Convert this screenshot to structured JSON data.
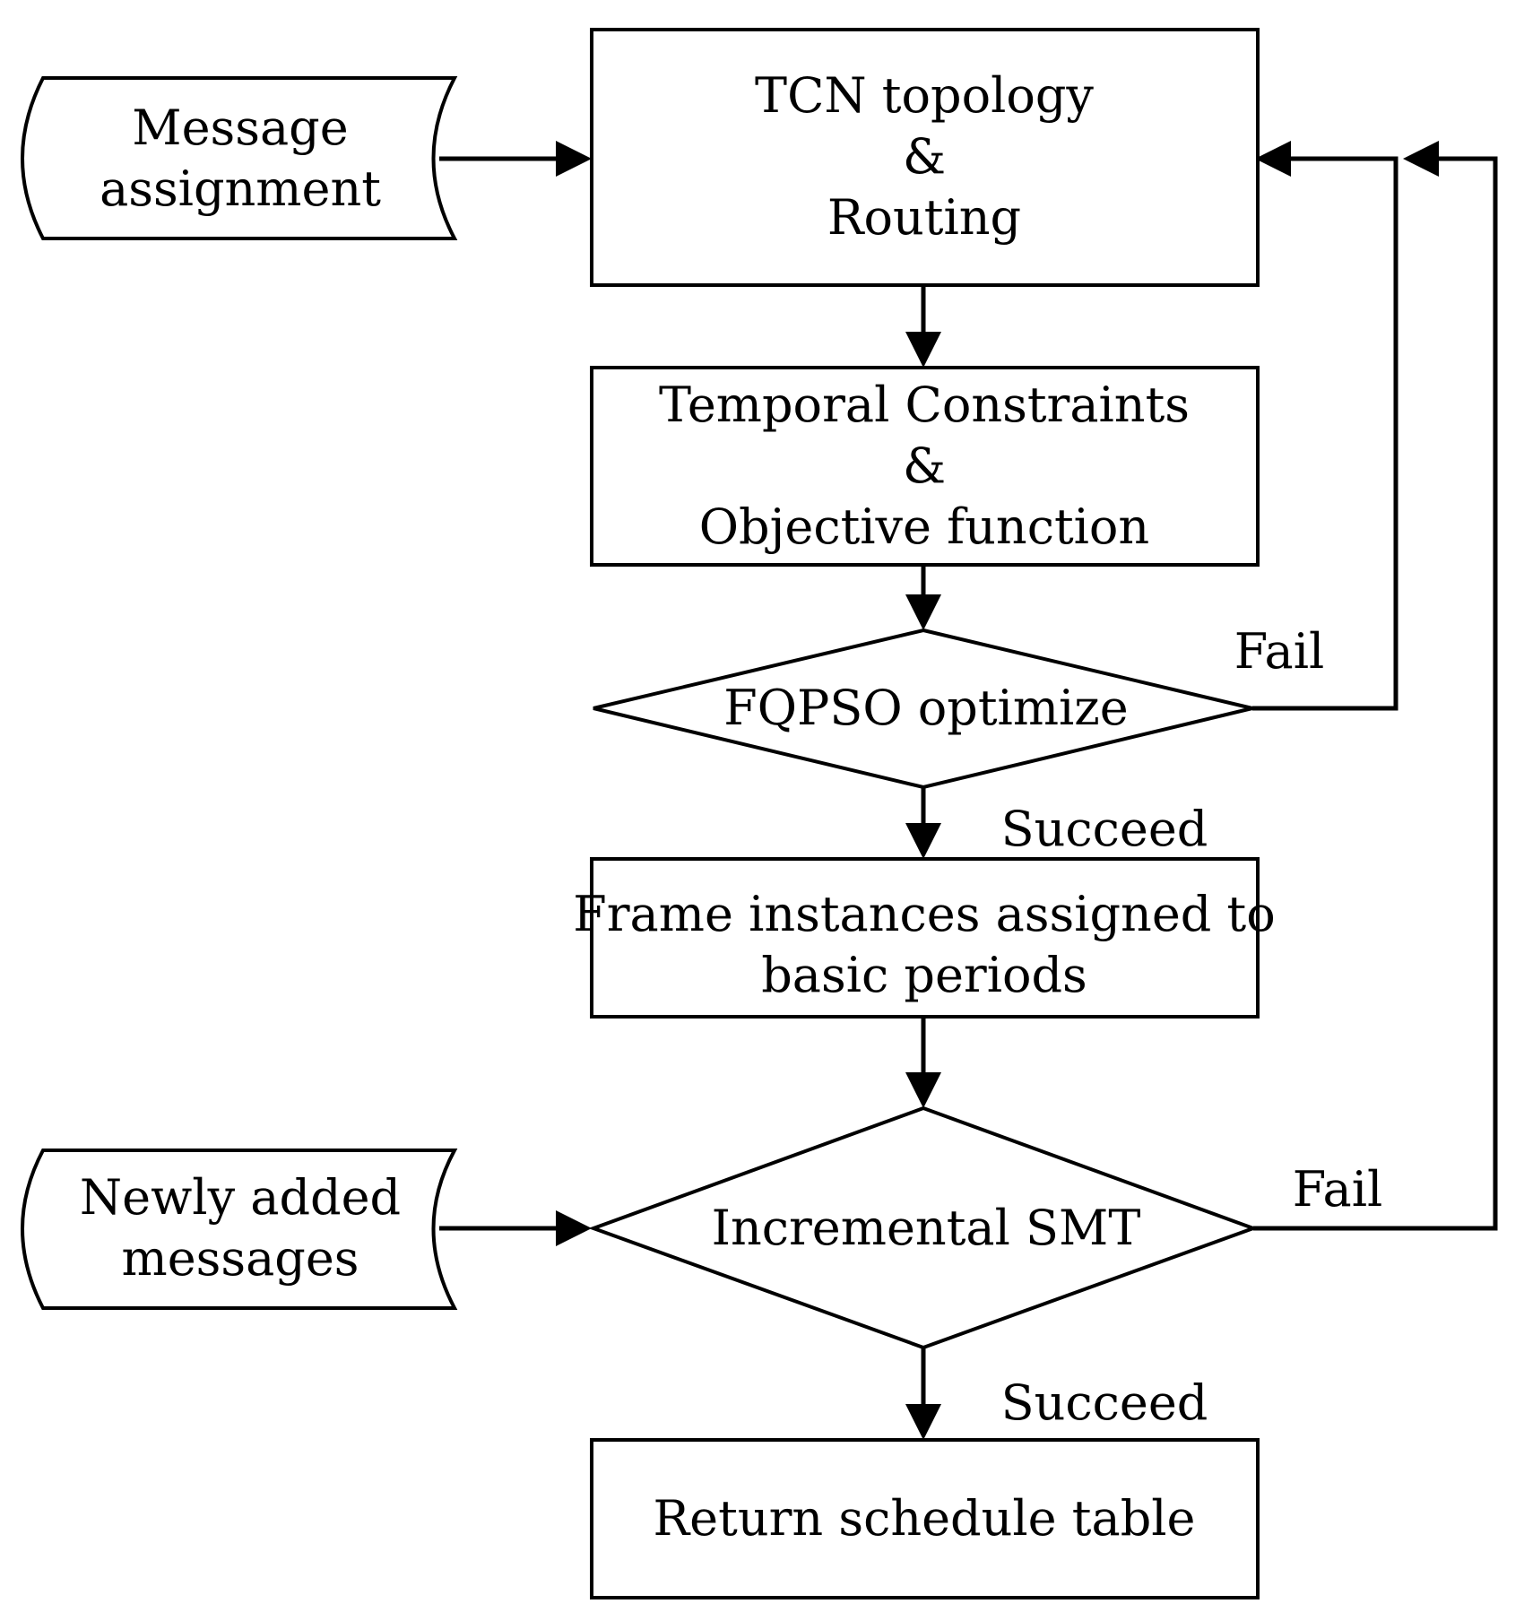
{
  "nodes": {
    "message_assignment": {
      "lines": [
        "Message",
        "assignment"
      ]
    },
    "tcn_topology": {
      "lines": [
        "TCN topology",
        "&",
        "Routing"
      ]
    },
    "temporal_constraints": {
      "lines": [
        "Temporal Constraints",
        "&",
        "Objective function"
      ]
    },
    "fqpso": {
      "lines": [
        "FQPSO optimize"
      ]
    },
    "frame_instances": {
      "lines": [
        "Frame instances assigned to",
        "basic periods"
      ]
    },
    "newly_added": {
      "lines": [
        "Newly added",
        "messages"
      ]
    },
    "incremental_smt": {
      "lines": [
        "Incremental SMT"
      ]
    },
    "return_schedule": {
      "lines": [
        "Return schedule table"
      ]
    }
  },
  "edge_labels": {
    "fqpso_fail": "Fail",
    "fqpso_succeed": "Succeed",
    "smt_fail": "Fail",
    "smt_succeed": "Succeed"
  },
  "colors": {
    "stroke": "#000000",
    "background": "#ffffff"
  }
}
